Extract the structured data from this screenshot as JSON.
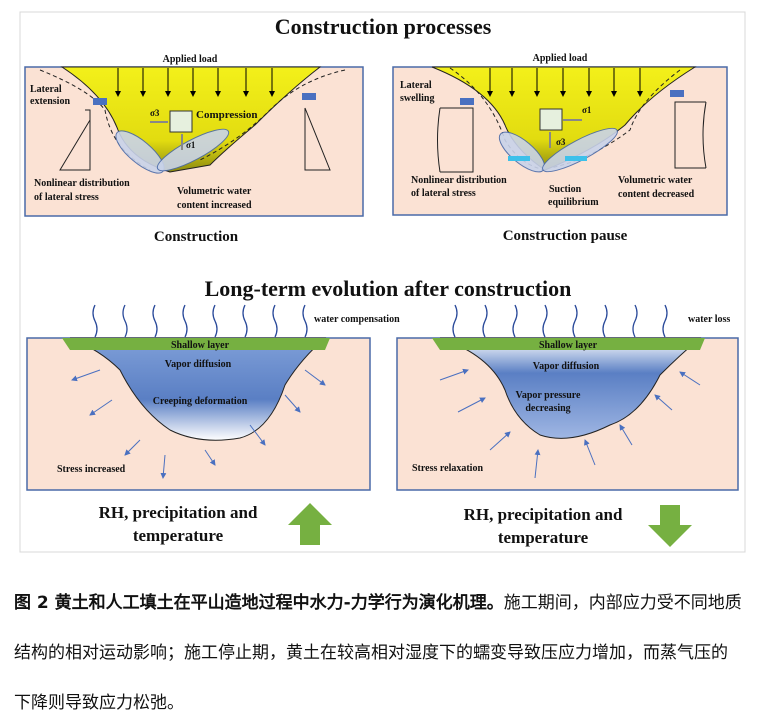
{
  "figure": {
    "top_title": "Construction processes",
    "bottom_title": "Long-term evolution after construction",
    "panel_construction": {
      "caption": "Construction",
      "applied_load": "Applied load",
      "lateral_1": "Lateral",
      "lateral_2": "extension",
      "sigma3": "σ3",
      "sigma1": "σ1",
      "compression": "Compression",
      "nonlinear_1": "Nonlinear distribution",
      "nonlinear_2": "of lateral stress",
      "vwc_1": "Volumetric water",
      "vwc_2": "content increased"
    },
    "panel_pause": {
      "caption": "Construction pause",
      "applied_load": "Applied load",
      "lateral_1": "Lateral",
      "lateral_2": "swelling",
      "sigma1": "σ1",
      "sigma3": "σ3",
      "nonlinear_1": "Nonlinear distribution",
      "nonlinear_2": "of lateral stress",
      "suction_1": "Suction",
      "suction_2": "equilibrium",
      "vwc_1": "Volumetric water",
      "vwc_2": "content decreased"
    },
    "panel_long_left": {
      "water": "water compensation",
      "shallow": "Shallow layer",
      "vapor": "Vapor diffusion",
      "creep": "Creeping deformation",
      "stress": "Stress increased",
      "rh_1": "RH, precipitation and",
      "rh_2": "temperature",
      "arrow": "up"
    },
    "panel_long_right": {
      "water": "water loss",
      "shallow": "Shallow layer",
      "vapor": "Vapor diffusion",
      "vp_1": "Vapor pressure",
      "vp_2": "decreasing",
      "stress": "Stress relaxation",
      "rh_1": "RH, precipitation and",
      "rh_2": "temperature",
      "arrow": "down"
    },
    "colors": {
      "soil": "#fbe2d4",
      "fill": "#f0ee1a",
      "green": "#76b041",
      "blue": "#5a7fc4"
    }
  },
  "caption": {
    "bold": "图 2  黄土和人工填土在平山造地过程中水力-力学行为演化机理。",
    "text": "施工期间，内部应力受不同地质结构的相对运动影响；施工停止期，黄土在较高相对湿度下的蠕变导致压应力增加，而蒸气压的下降则导致应力松弛。"
  }
}
